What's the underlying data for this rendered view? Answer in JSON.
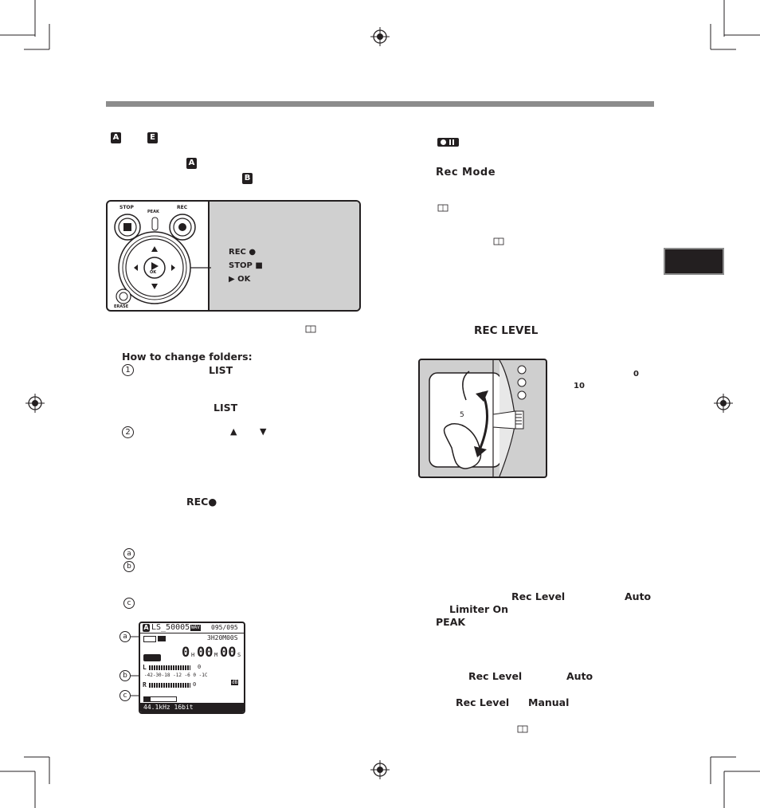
{
  "left": {
    "folder_icon_a": "A",
    "folder_icon_e": "E",
    "folder_icon_a2": "A",
    "folder_icon_b": "B",
    "how_to_change": "How to change folders:",
    "step1_num": "1",
    "step1_btn": "LIST",
    "step1_btn2": "LIST",
    "step2_num": "2",
    "up_arrow": "▲",
    "down_arrow": "▼",
    "rec_label": "REC●",
    "annot_a": "a",
    "annot_b": "b",
    "annot_c": "c"
  },
  "recorder": {
    "stop": "STOP",
    "peak": "PEAK",
    "rec": "REC",
    "ok": "OK",
    "erase": "ERASE",
    "label_rec": "REC ●",
    "label_stop": "STOP ■",
    "label_ok": "▶ OK"
  },
  "lcd": {
    "folder": "A",
    "filename": "LS_50005",
    "format": "WAV",
    "count": "095/095",
    "remain": "3H20M00S",
    "time_h": "0",
    "time_m": "00",
    "time_s": "00",
    "time_h_unit": "H",
    "time_m_unit": "M",
    "time_s_unit": "S",
    "lvl_l": "L",
    "lvl_r": "R",
    "scale": "-42-30-18  -12  -6   0 -1C",
    "db": "dB",
    "zero_l": "0",
    "zero_r": "0",
    "quality": "44.1kHz 16bit"
  },
  "right": {
    "rec_mode": "Rec Mode",
    "rec_level": "REC LEVEL",
    "dial_0": "0",
    "dial_10": "10",
    "dial_5": "5",
    "p1_rec_level": "Rec Level",
    "p1_auto": "Auto",
    "p1_limiter": "Limiter On",
    "p1_peak": "PEAK",
    "p2_rec_level": "Rec Level",
    "p2_auto": "Auto",
    "p3_rec_level": "Rec Level",
    "p3_manual": "Manual"
  }
}
